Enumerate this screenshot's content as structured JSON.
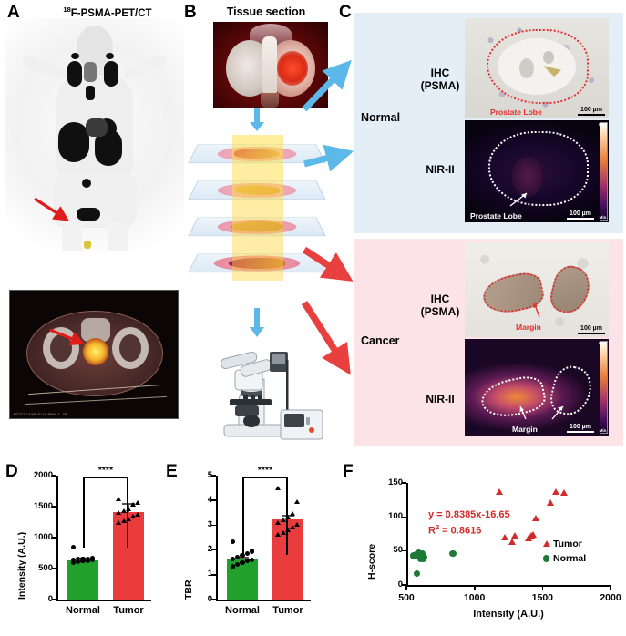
{
  "panels": {
    "A": {
      "letter": "A",
      "title_pre": "18",
      "title_main": "F-PSMA-PET/CT",
      "arrow_icon": "red-arrow-icon",
      "axial_caption": "PET/CT 0.9 WB 3D AC PSMA 2 - 3Pt"
    },
    "B": {
      "letter": "B",
      "title": "Tissue section",
      "tissue_icon": "prostate-tissue-photo",
      "slides_icon": "tissue-slide-stack",
      "microscope_icon": "microscope-icon"
    },
    "C": {
      "letter": "C",
      "groups": [
        {
          "name": "Normal",
          "bg": "#e3eef7",
          "arrow_color": "#5bb8e8",
          "rows": [
            {
              "label": "IHC\n(PSMA)",
              "label_line1": "IHC",
              "label_line2": "(PSMA)",
              "roi": "Prostate Lobe",
              "roi_color": "#e03030",
              "scale": "100 µm",
              "scale_color": "#000000",
              "type": "ihc"
            },
            {
              "label": "NIR-II",
              "label_line1": "NIR-II",
              "label_line2": "",
              "roi": "Prostate Lobe",
              "roi_color": "#ffffff",
              "scale": "100 µm",
              "scale_color": "#ffffff",
              "type": "nir",
              "cbar_max": "Max",
              "cbar_min": "Min"
            }
          ]
        },
        {
          "name": "Cancer",
          "bg": "#fbe3e7",
          "arrow_color": "#e8403f",
          "rows": [
            {
              "label_line1": "IHC",
              "label_line2": "(PSMA)",
              "roi": "Margin",
              "roi_color": "#e03030",
              "scale": "100 µm",
              "scale_color": "#000000",
              "type": "ihc"
            },
            {
              "label_line1": "NIR-II",
              "label_line2": "",
              "roi": "Margin",
              "roi_color": "#ffffff",
              "scale": "100 µm",
              "scale_color": "#ffffff",
              "type": "nir",
              "cbar_max": "Max",
              "cbar_min": "Min"
            }
          ]
        }
      ]
    },
    "D": {
      "letter": "D"
    },
    "E": {
      "letter": "E"
    },
    "F": {
      "letter": "F"
    }
  },
  "chart_data": [
    {
      "id": "D",
      "type": "bar",
      "title": "",
      "xlabel": "",
      "ylabel": "Intensity (A.U.)",
      "categories": [
        "Normal",
        "Tumor"
      ],
      "values": [
        630,
        1410
      ],
      "errors": [
        45,
        150
      ],
      "colors": [
        "#22a02c",
        "#ea3c3c"
      ],
      "ylim": [
        0,
        2000
      ],
      "yticks": [
        0,
        500,
        1000,
        1500,
        2000
      ],
      "ytick_labels": [
        "0",
        "500",
        "1000",
        "1500",
        "2000"
      ],
      "grid": false,
      "significance": "****",
      "points": {
        "Normal": [
          600,
          612,
          625,
          630,
          638,
          645,
          650,
          655,
          660,
          668,
          840
        ],
        "Tumor": [
          1230,
          1265,
          1300,
          1340,
          1370,
          1400,
          1430,
          1460,
          1530,
          1560,
          1620
        ]
      },
      "point_markers": {
        "Normal": "circle",
        "Tumor": "triangle"
      }
    },
    {
      "id": "E",
      "type": "bar",
      "title": "",
      "xlabel": "",
      "ylabel": "TBR",
      "categories": [
        "Normal",
        "Tumor"
      ],
      "values": [
        1.64,
        3.22
      ],
      "errors": [
        0.09,
        0.2
      ],
      "colors": [
        "#22a02c",
        "#ea3c3c"
      ],
      "ylim": [
        0,
        5
      ],
      "yticks": [
        0,
        1,
        2,
        3,
        4,
        5
      ],
      "ytick_labels": [
        "0",
        "1",
        "2",
        "3",
        "4",
        "5"
      ],
      "grid": false,
      "significance": "****",
      "points": {
        "Normal": [
          1.32,
          1.42,
          1.5,
          1.55,
          1.6,
          1.65,
          1.7,
          1.78,
          1.85,
          1.95,
          2.32
        ],
        "Tumor": [
          2.62,
          2.7,
          2.8,
          2.9,
          3.0,
          3.1,
          3.2,
          3.3,
          3.45,
          3.95,
          4.48
        ]
      },
      "point_markers": {
        "Normal": "circle",
        "Tumor": "triangle"
      }
    },
    {
      "id": "F",
      "type": "scatter",
      "title": "",
      "xlabel": "Intensity (A.U.)",
      "ylabel": "H-score",
      "xlim": [
        500,
        2000
      ],
      "ylim": [
        0,
        150
      ],
      "xticks": [
        500,
        1000,
        1500,
        2000
      ],
      "xtick_labels": [
        "500",
        "1000",
        "1500",
        "2000"
      ],
      "yticks": [
        0,
        50,
        100,
        150
      ],
      "ytick_labels": [
        "0",
        "50",
        "100",
        "150"
      ],
      "grid": false,
      "legend_position": "bottom-right",
      "annotations": [
        {
          "text": "y = 0.8385x-16.65",
          "color": "#d22b2b"
        },
        {
          "text_pre": "R",
          "text_sup": "2",
          "text_post": " = 0.8616",
          "color": "#d22b2b"
        }
      ],
      "fit_line": {
        "slope": 0.8385,
        "intercept": -16.65,
        "x_start": 580,
        "x_end": 1700,
        "color": "#000000"
      },
      "series": [
        {
          "name": "Tumor",
          "marker": "triangle",
          "color": "#d22b2b",
          "points": [
            [
              1180,
              137
            ],
            [
              1225,
              70
            ],
            [
              1275,
              64
            ],
            [
              1300,
              73
            ],
            [
              1400,
              69
            ],
            [
              1415,
              73
            ],
            [
              1430,
              75
            ],
            [
              1450,
              98
            ],
            [
              1555,
              121
            ],
            [
              1600,
              137
            ],
            [
              1660,
              136
            ]
          ]
        },
        {
          "name": "Normal",
          "marker": "circle",
          "color": "#1c7a35",
          "points": [
            [
              552,
              43
            ],
            [
              570,
              45
            ],
            [
              578,
              17
            ],
            [
              585,
              42
            ],
            [
              592,
              47
            ],
            [
              600,
              44
            ],
            [
              605,
              38
            ],
            [
              612,
              40
            ],
            [
              618,
              46
            ],
            [
              625,
              38
            ],
            [
              632,
              41
            ],
            [
              840,
              46
            ]
          ]
        }
      ]
    }
  ],
  "colors": {
    "green": "#22a02c",
    "red": "#ea3c3c",
    "tumor_marker": "#d22b2b",
    "normal_marker": "#1c7a35",
    "blue_arrow": "#5bb8e8",
    "red_arrow": "#e8403f",
    "normal_bg": "#e3eef7",
    "cancer_bg": "#fbe3e7",
    "roi_red": "#e03030",
    "roi_white": "#ffffff"
  }
}
